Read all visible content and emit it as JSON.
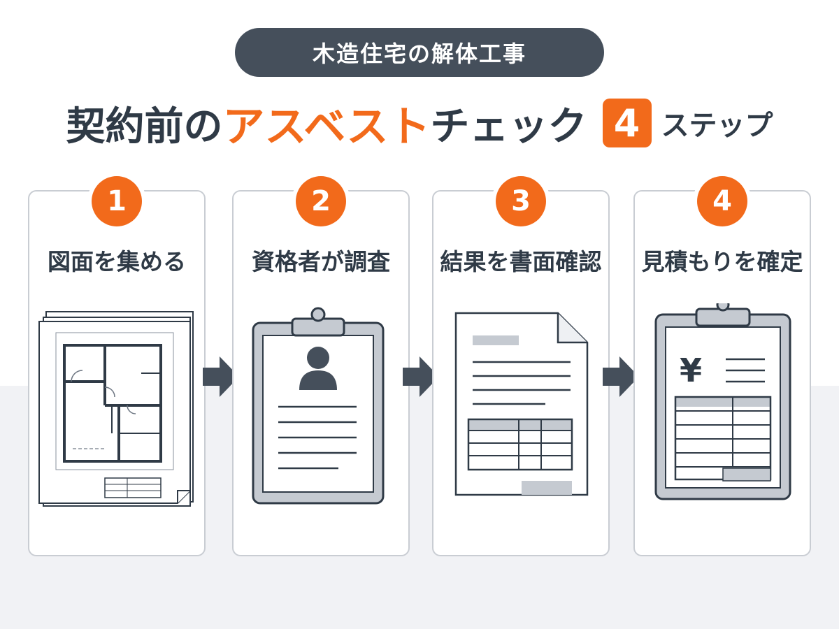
{
  "header": {
    "subtitle": "木造住宅の解体工事",
    "title_prefix": "契約前の",
    "title_highlight": "アスベスト",
    "title_middle": "チェック",
    "title_number": "4",
    "title_suffix": "ステップ"
  },
  "steps": [
    {
      "number": "1",
      "label": "図面を集める"
    },
    {
      "number": "2",
      "label": "資格者が調査"
    },
    {
      "number": "3",
      "label": "結果を書面確認"
    },
    {
      "number": "4",
      "label": "見積もりを確定",
      "currency_symbol": "¥"
    }
  ],
  "colors": {
    "accent": "#f26a1b",
    "dark": "#454f5b",
    "text": "#2f3a46",
    "border": "#c9cdd3"
  }
}
